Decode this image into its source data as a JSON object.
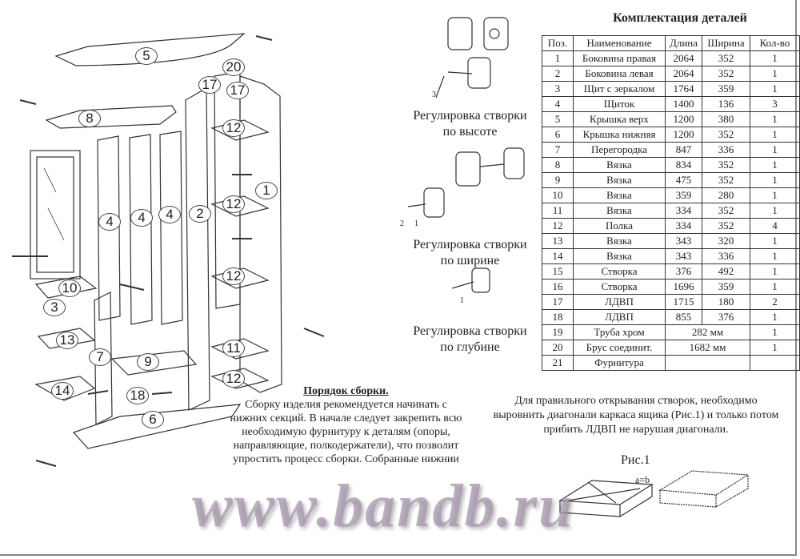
{
  "table": {
    "title": "Комплектация деталей",
    "headers": [
      "Поз.",
      "Наименование",
      "Длина",
      "Ширина",
      "Кол-во"
    ],
    "rows": [
      [
        "1",
        "Боковина правая",
        "2064",
        "352",
        "1"
      ],
      [
        "2",
        "Боковина левая",
        "2064",
        "352",
        "1"
      ],
      [
        "3",
        "Щит с зеркалом",
        "1764",
        "359",
        "1"
      ],
      [
        "4",
        "Щиток",
        "1400",
        "136",
        "3"
      ],
      [
        "5",
        "Крышка верх",
        "1200",
        "380",
        "1"
      ],
      [
        "6",
        "Крышка нижняя",
        "1200",
        "352",
        "1"
      ],
      [
        "7",
        "Перегородка",
        "847",
        "336",
        "1"
      ],
      [
        "8",
        "Вязка",
        "834",
        "352",
        "1"
      ],
      [
        "9",
        "Вязка",
        "475",
        "352",
        "1"
      ],
      [
        "10",
        "Вязка",
        "359",
        "280",
        "1"
      ],
      [
        "11",
        "Вязка",
        "334",
        "352",
        "1"
      ],
      [
        "12",
        "Полка",
        "334",
        "352",
        "4"
      ],
      [
        "13",
        "Вязка",
        "343",
        "320",
        "1"
      ],
      [
        "14",
        "Вязка",
        "343",
        "336",
        "1"
      ],
      [
        "15",
        "Створка",
        "376",
        "492",
        "1"
      ],
      [
        "16",
        "Створка",
        "1696",
        "359",
        "1"
      ],
      [
        "17",
        "ЛДВП",
        "1715",
        "180",
        "2"
      ],
      [
        "18",
        "ЛДВП",
        "855",
        "376",
        "1"
      ]
    ],
    "merged_rows": [
      [
        "19",
        "Труба хром",
        "282 мм",
        "1"
      ],
      [
        "20",
        "Брус соединит.",
        "1682 мм",
        "1"
      ],
      [
        "21",
        "Фурнитура",
        "",
        ""
      ]
    ]
  },
  "hinge_captions": [
    {
      "line1": "Регулировка створки",
      "line2": "по высоте",
      "callouts": [
        "3"
      ]
    },
    {
      "line1": "Регулировка створки",
      "line2": "по ширине",
      "callouts": [
        "2",
        "1"
      ]
    },
    {
      "line1": "Регулировка створки",
      "line2": "по глубине",
      "callouts": [
        "1"
      ]
    }
  ],
  "note": [
    "Для правильного открывания  створок, необходимо",
    "выровнить диагонали каркаса ящика (Рис.1) и только потом",
    "прибить ЛДВП не нарушая диагонали."
  ],
  "assembly": {
    "title": "Порядок сборки.",
    "lines": [
      "Сборку изделия рекомендуется начинать с",
      "нижних секций. В начале следует закрепить всю",
      "необходимую фурнитуру к деталям (опоры,",
      "направляющие, полкодержатели), что позволит",
      "упростить процесс сборки. Собранные нижнии"
    ]
  },
  "figure": {
    "label": "Рис.1",
    "formula": "a=b"
  },
  "part_labels": [
    "5",
    "20",
    "17",
    "17",
    "8",
    "12",
    "1",
    "4",
    "4",
    "4",
    "2",
    "12",
    "12",
    "10",
    "3",
    "13",
    "7",
    "9",
    "11",
    "14",
    "18",
    "12",
    "6"
  ],
  "watermark": "www.bandb.ru"
}
